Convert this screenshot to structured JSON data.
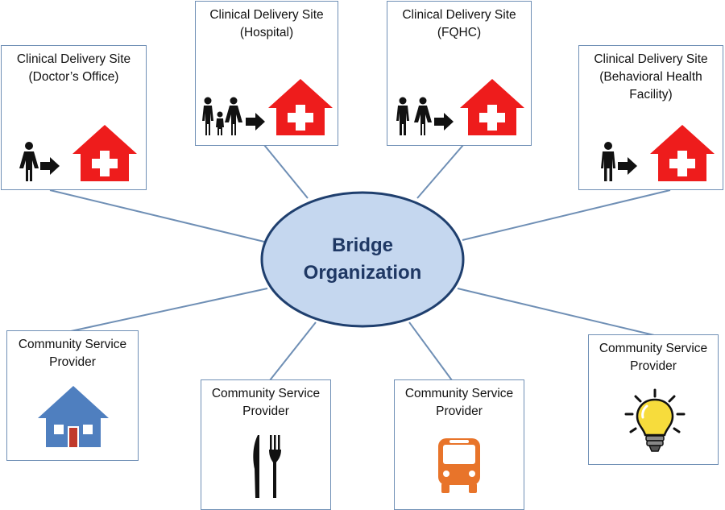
{
  "hub": {
    "line1": "Bridge",
    "line2": "Organization",
    "fill": "#c5d7ef",
    "stroke": "#1f3f6e",
    "text_color": "#1f3864"
  },
  "colors": {
    "box_border": "#6f8fb5",
    "connector": "#6f8fb5",
    "clinic_red": "#ee1c1c",
    "house_blue": "#4f7fbf",
    "door_red": "#c0392b",
    "bus_orange": "#e8742a",
    "bulb_yellow": "#f7dc3c"
  },
  "clinical_sites": [
    {
      "line1": "Clinical Delivery Site",
      "line2": "(Doctor’s Office)",
      "line3": "",
      "people_icon": "woman-icon"
    },
    {
      "line1": "Clinical Delivery Site",
      "line2": "(Hospital)",
      "line3": "",
      "people_icon": "family-icon"
    },
    {
      "line1": "Clinical Delivery Site",
      "line2": "(FQHC)",
      "line3": "",
      "people_icon": "couple-icon"
    },
    {
      "line1": "Clinical Delivery Site",
      "line2": "(Behavioral Health",
      "line3": "Facility)",
      "people_icon": "man-icon"
    }
  ],
  "community_providers": [
    {
      "line1": "Community Service",
      "line2": "Provider",
      "icon": "house-icon"
    },
    {
      "line1": "Community Service",
      "line2": "Provider",
      "icon": "fork-knife-icon"
    },
    {
      "line1": "Community Service",
      "line2": "Provider",
      "icon": "bus-icon"
    },
    {
      "line1": "Community Service",
      "line2": "Provider",
      "icon": "lightbulb-icon"
    }
  ]
}
